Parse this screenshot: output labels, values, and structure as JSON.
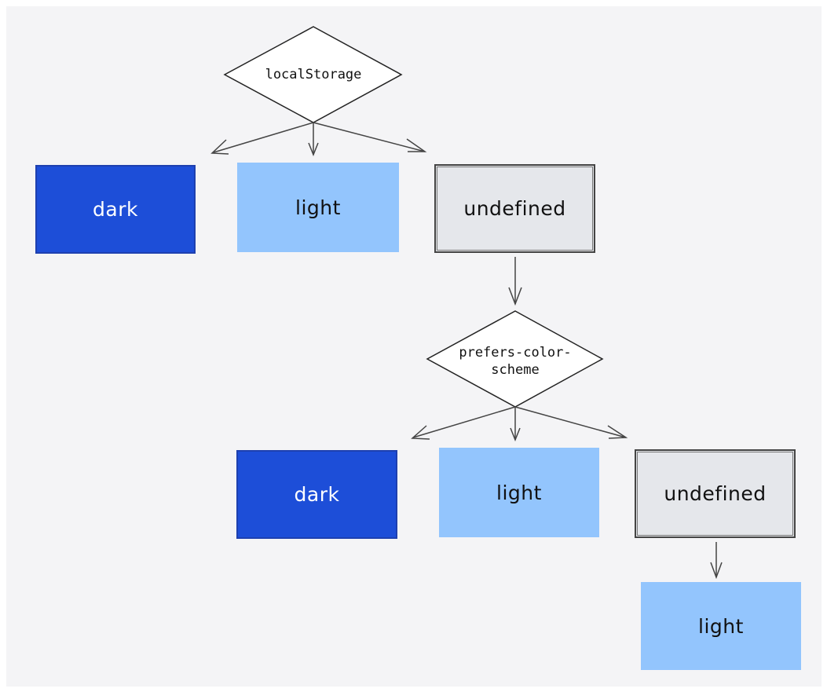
{
  "decisions": {
    "local_storage": "localStorage",
    "prefers_color_scheme_line1": "prefers-color-",
    "prefers_color_scheme_line2": "scheme"
  },
  "level1": {
    "dark": "dark",
    "light": "light",
    "undefined": "undefined"
  },
  "level2": {
    "dark": "dark",
    "light": "light",
    "undefined": "undefined"
  },
  "fallback": {
    "light": "light"
  },
  "colors": {
    "canvas": "#f4f4f6",
    "dark": "#1d4ed8",
    "light": "#93c5fd",
    "undefined": "#e5e7eb",
    "stroke": "#444444"
  }
}
